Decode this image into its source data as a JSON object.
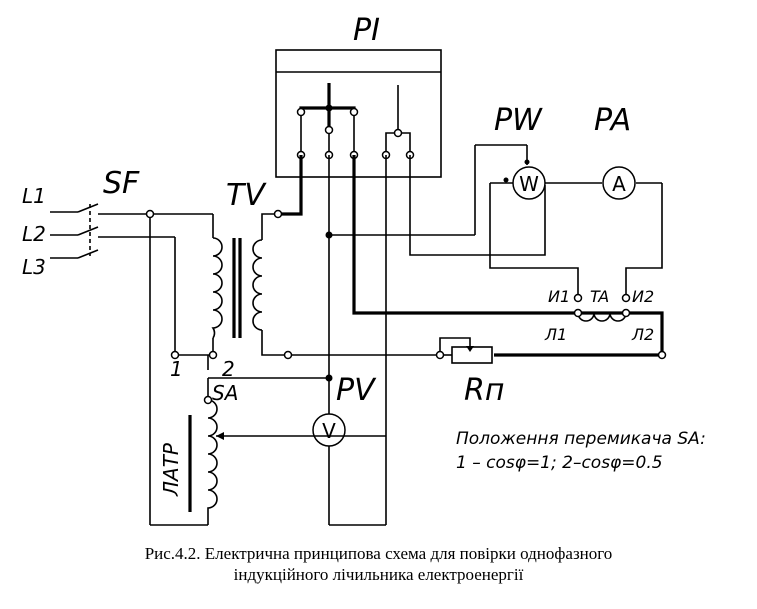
{
  "labels": {
    "pi": "PI",
    "pw": "PW",
    "pa": "PA",
    "sf": "SF",
    "tv": "TV",
    "pv": "PV",
    "rp": "Rп",
    "sa": "SA",
    "latr": "ЛАТР",
    "ta": "TA",
    "l1": "L1",
    "l2": "L2",
    "l3": "L3",
    "i1": "И1",
    "i2": "И2",
    "ll1": "Л1",
    "ll2": "Л2",
    "pos1": "1",
    "pos2": "2",
    "meter_w": "W",
    "meter_a": "A",
    "meter_v": "V"
  },
  "note": {
    "line1": "Положення перемикача SA:",
    "line2": "1 – cosφ=1; 2–cosφ=0.5"
  },
  "caption": {
    "line1": "Рис.4.2.  Електрична принципова схема для повірки однофазного",
    "line2": "індукційного лічильника електроенергії"
  }
}
